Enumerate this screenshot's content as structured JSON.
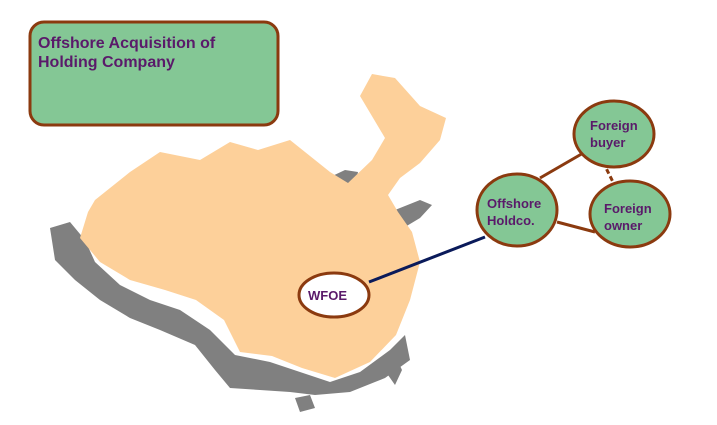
{
  "title": "Offshore Acquisition of Holding Company",
  "nodes": {
    "foreign_buyer": [
      "Foreign",
      "buyer"
    ],
    "offshore_holdco": [
      "Offshore",
      "Holdco."
    ],
    "foreign_owner": [
      "Foreign",
      "owner"
    ],
    "wfoe": "WFOE"
  },
  "colors": {
    "box": "#84c795",
    "border": "#8b3a0f",
    "map": "#fdd09a",
    "neighbor": "#808080",
    "link": "#0a1a5a",
    "text": "#5a1a6a"
  }
}
